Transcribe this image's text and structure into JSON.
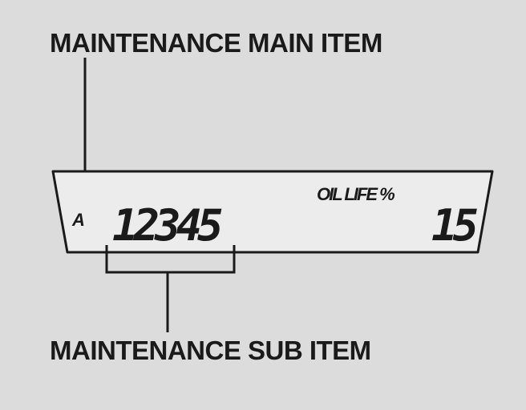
{
  "labels": {
    "main_item": "MAINTENANCE MAIN ITEM",
    "sub_item": "MAINTENANCE SUB ITEM"
  },
  "display": {
    "main_code": "A",
    "sub_codes": "12345",
    "oil_life_caption": "OIL LIFE %",
    "oil_life_value": "15"
  },
  "colors": {
    "background": "#dcdcdc",
    "display_face": "#ececec",
    "ink": "#1a1a1a"
  }
}
